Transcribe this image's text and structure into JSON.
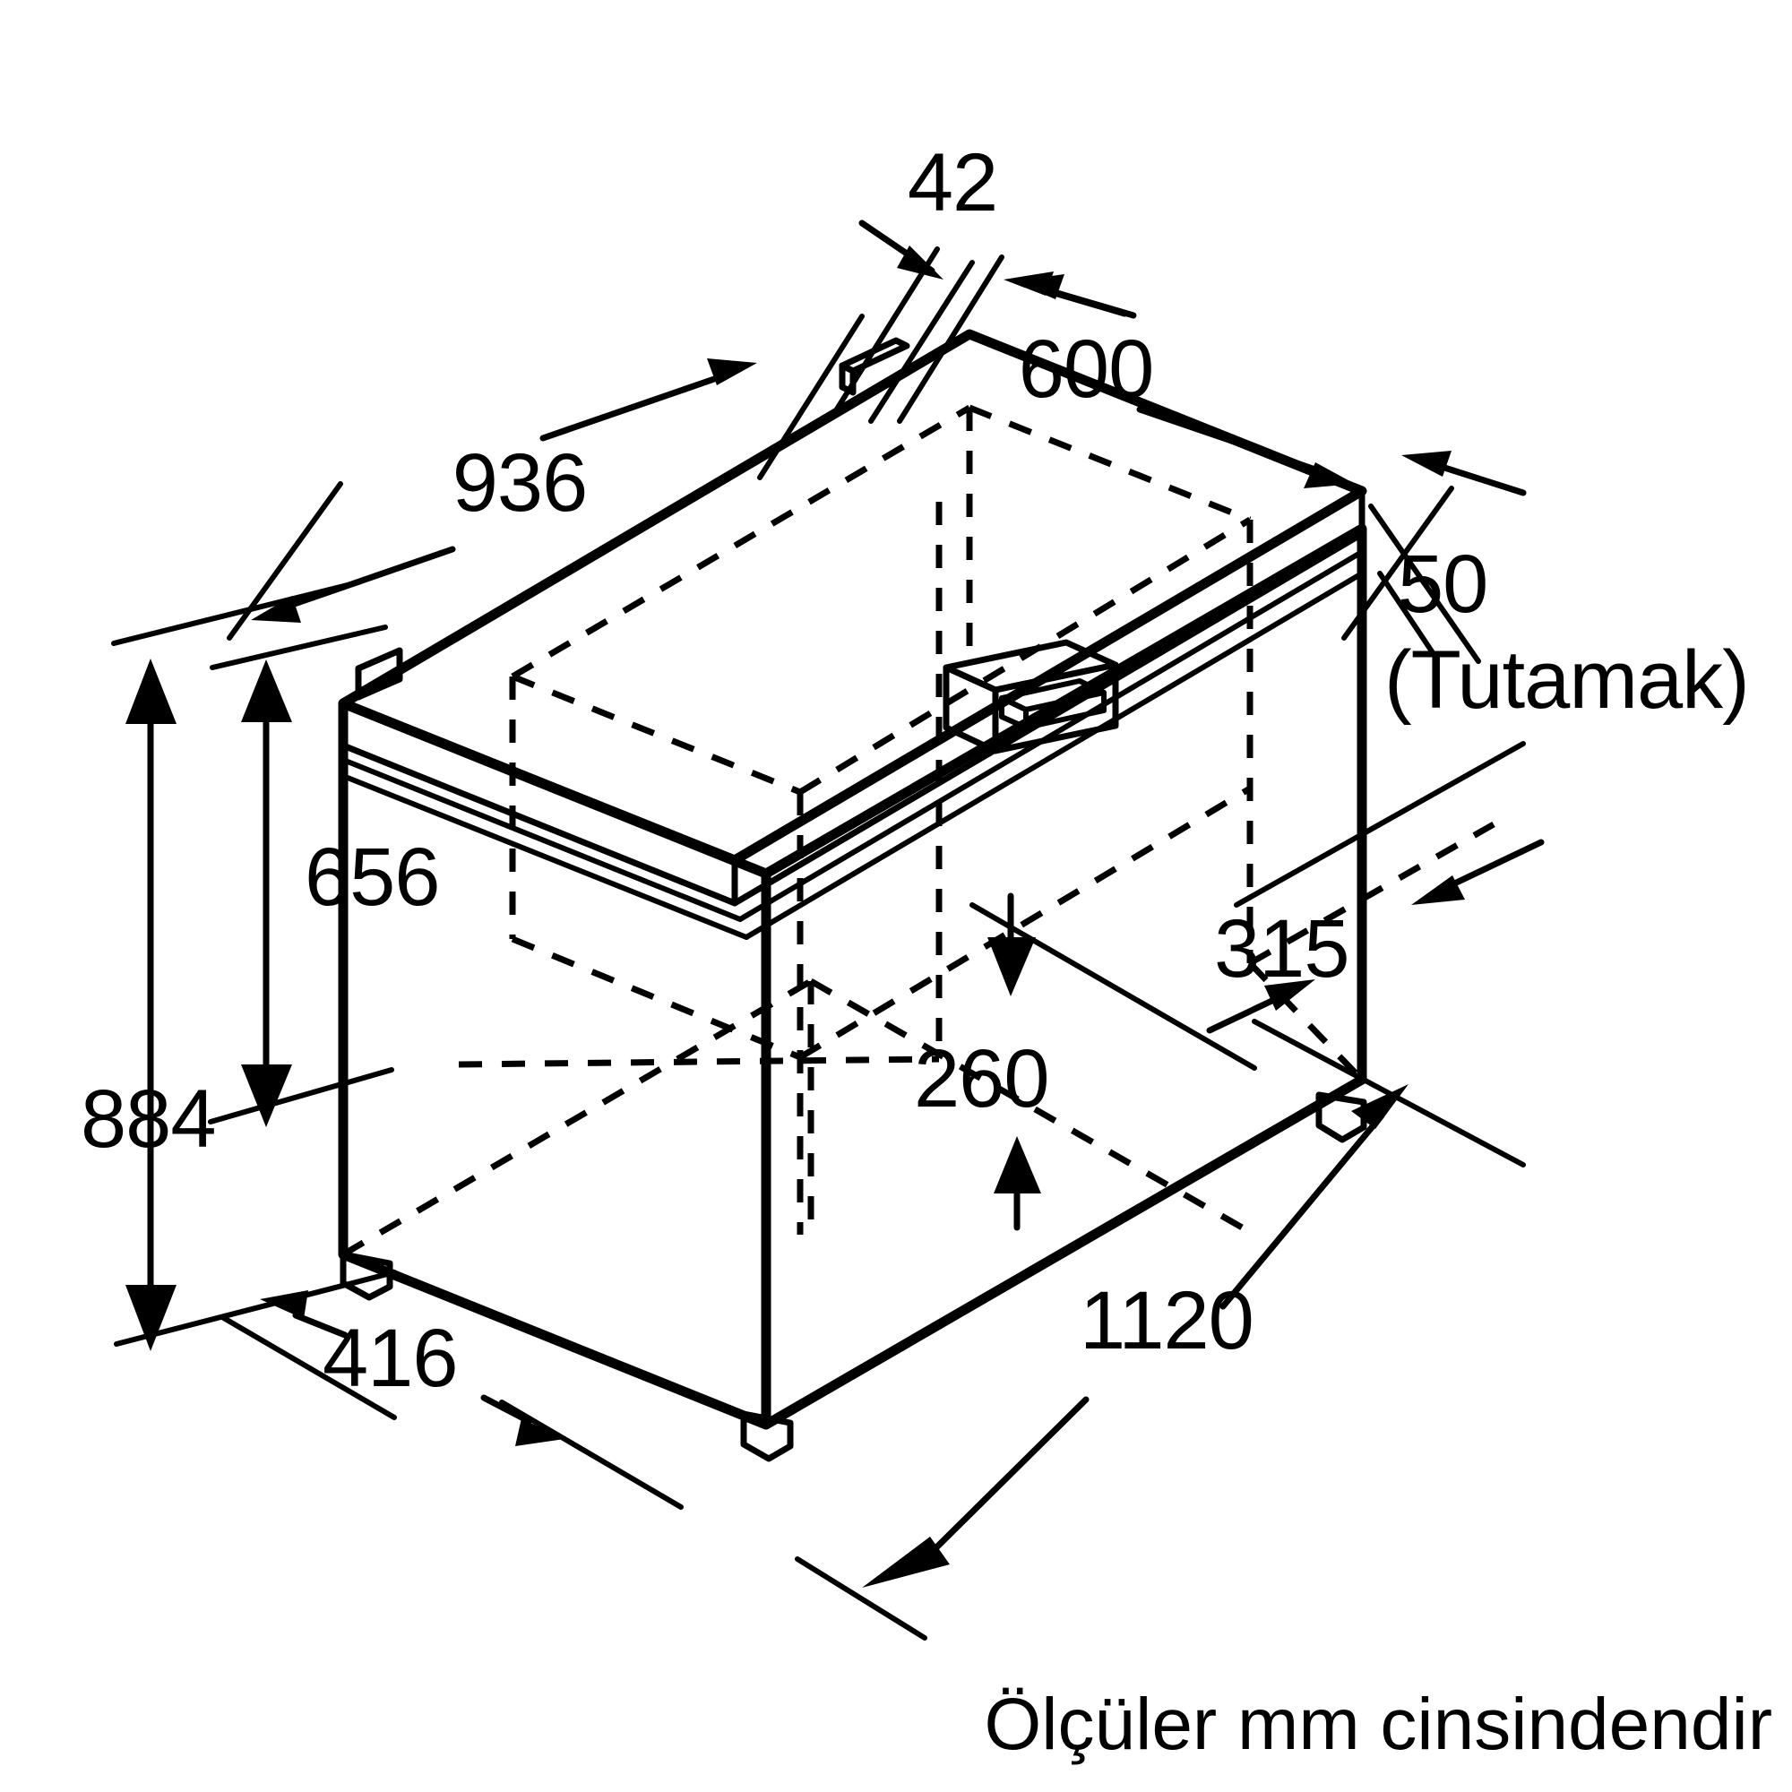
{
  "drawing": {
    "title": "Chest freezer dimensional drawing",
    "units_note": "Ölçüler mm cinsindendir",
    "dimensions": {
      "top_overhang": "42",
      "depth_top": "600",
      "width_top": "936",
      "handle_note_value": "50",
      "handle_note_label": "(Tutamak)",
      "inner_height": "656",
      "total_height": "884",
      "foot_offset": "416",
      "inner_depth_offset": "315",
      "base_clearance": "260",
      "total_width": "1120"
    },
    "labels": {
      "d_42": "42",
      "d_600": "600",
      "d_936": "936",
      "d_50": "50",
      "d_tutamak": "(Tutamak)",
      "d_656": "656",
      "d_884": "884",
      "d_416": "416",
      "d_315": "315",
      "d_260": "260",
      "d_1120": "1120",
      "caption": "Ölçüler mm cinsindendir"
    },
    "colors": {
      "line": "#000000",
      "background": "#ffffff",
      "text": "#000000"
    }
  }
}
